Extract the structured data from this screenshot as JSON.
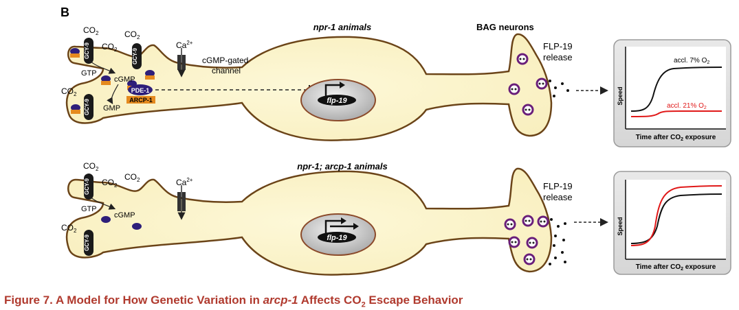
{
  "panel_label": "B",
  "top": {
    "title": "npr-1 animals",
    "co2": "CO",
    "gcy": "GCY-9",
    "gtp": "GTP",
    "cgmp": "cGMP",
    "gmp": "GMP",
    "pde": "PDE-1",
    "arcp": "ARCP-1",
    "ca": "Ca",
    "ca_sup": "2+",
    "channel_line1": "cGMP-gated",
    "channel_line2": "channel",
    "gene": "flp-19",
    "bag": "BAG neurons",
    "release_line1": "FLP-19",
    "release_line2": "release",
    "inset": {
      "ylabel": "Speed",
      "xlabel": "Time after CO",
      "xlabel_end": "exposure",
      "label_black": "accl. 7% O",
      "label_red": "accl. 21% O"
    }
  },
  "bottom": {
    "title": "npr-1; arcp-1 animals",
    "co2": "CO",
    "gcy": "GCY-9",
    "gtp": "GTP",
    "cgmp": "cGMP",
    "ca": "Ca",
    "ca_sup": "2+",
    "gene": "flp-19",
    "release_line1": "FLP-19",
    "release_line2": "release",
    "inset": {
      "ylabel": "Speed",
      "xlabel": "Time after CO",
      "xlabel_end": "exposure"
    }
  },
  "caption": {
    "prefix": "Figure 7.  A Model for How Genetic Variation in ",
    "gene": "arcp-1",
    "middle": " Affects CO",
    "sub": "2",
    "suffix": " Escape Behavior"
  },
  "colors": {
    "cell_fill": "#fbf5cf",
    "cell_stroke": "#6b4418",
    "vesicle": "#6a1f7a",
    "receptor": "#1a1a1a",
    "pde": "#2e1f7a",
    "arcp": "#e58a1f",
    "red_curve": "#e01818",
    "caption": "#b03a2e"
  }
}
